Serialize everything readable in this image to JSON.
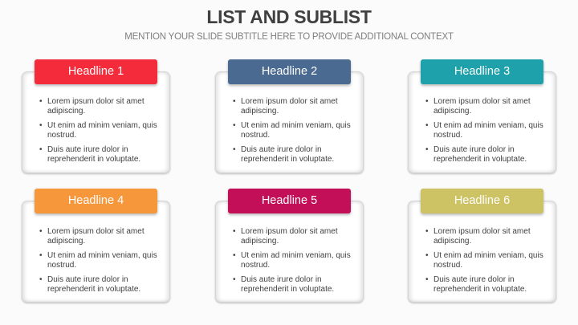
{
  "slide": {
    "title": "LIST AND SUBLIST",
    "subtitle": "MENTION YOUR SLIDE SUBTITLE HERE TO PROVIDE ADDITIONAL CONTEXT"
  },
  "bullet_glyph": "•",
  "cards": [
    {
      "headline": "Headline 1",
      "color": "#f42b3a",
      "items": [
        "Lorem ipsum dolor sit amet adipiscing.",
        "Ut enim ad minim veniam, quis nostrud.",
        "Duis aute irure dolor in reprehenderit in voluptate."
      ]
    },
    {
      "headline": "Headline 2",
      "color": "#4a6a91",
      "items": [
        "Lorem ipsum dolor sit amet adipiscing.",
        "Ut enim ad minim veniam, quis nostrud.",
        "Duis aute irure dolor in reprehenderit in voluptate."
      ]
    },
    {
      "headline": "Headline 3",
      "color": "#1ea1aa",
      "items": [
        "Lorem ipsum dolor sit amet adipiscing.",
        "Ut enim ad minim veniam, quis nostrud.",
        "Duis aute irure dolor in reprehenderit in voluptate."
      ]
    },
    {
      "headline": "Headline 4",
      "color": "#f7973b",
      "items": [
        "Lorem ipsum dolor sit amet adipiscing.",
        "Ut enim ad minim veniam, quis nostrud.",
        "Duis aute irure dolor in reprehenderit in voluptate."
      ]
    },
    {
      "headline": "Headline 5",
      "color": "#c30f57",
      "items": [
        "Lorem ipsum dolor sit amet adipiscing.",
        "Ut enim ad minim veniam, quis nostrud.",
        "Duis aute irure dolor in reprehenderit in voluptate."
      ]
    },
    {
      "headline": "Headline 6",
      "color": "#cdc264",
      "items": [
        "Lorem ipsum dolor sit amet adipiscing.",
        "Ut enim ad minim veniam, quis nostrud.",
        "Duis aute irure dolor in reprehenderit in voluptate."
      ]
    }
  ]
}
